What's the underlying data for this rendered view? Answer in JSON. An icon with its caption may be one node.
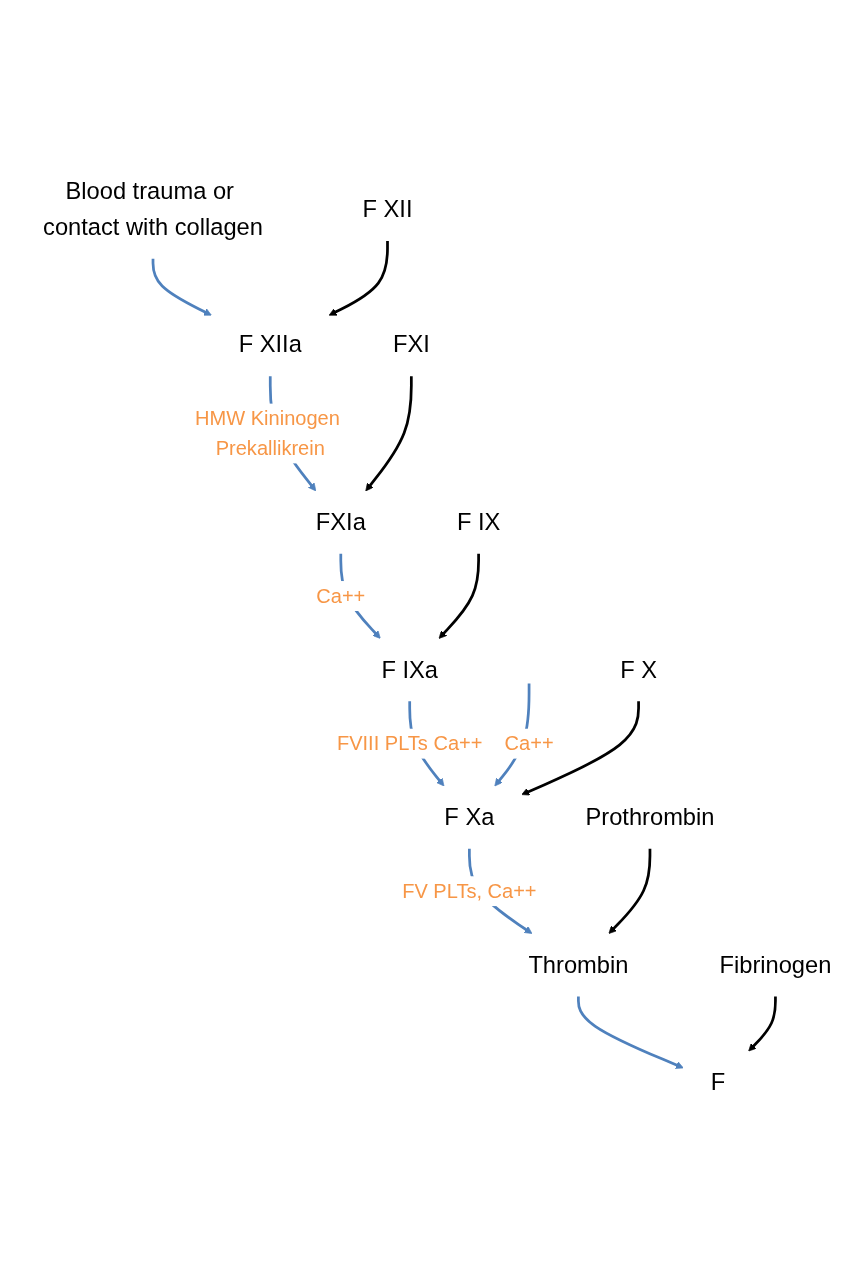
{
  "diagram": {
    "nodes": [
      {
        "text": [
          "Blood trauma or contact with collagen"
        ]
      },
      {
        "text": [
          "F XII"
        ]
      },
      {
        "text": [
          "F XIIa"
        ]
      },
      {
        "text": [
          "FXI"
        ]
      },
      {
        "text": [
          "FXIa"
        ]
      },
      {
        "text": [
          "F IX"
        ]
      },
      {
        "text": [
          "F IXa"
        ]
      },
      {
        "text": [
          "F X"
        ]
      },
      {
        "text": [
          "F Xa"
        ]
      },
      {
        "text": [
          "Prothrombin"
        ]
      },
      {
        "text": [
          "Thrombin"
        ]
      },
      {
        "text": [
          "Fibrinogen"
        ]
      },
      {
        "text": [
          "F"
        ]
      }
    ],
    "edges": [
      {
        "from": 0,
        "to": 2,
        "arrow": "to"
      },
      {
        "from": 1,
        "to": 2,
        "arrow": "to",
        "color": "#000000"
      },
      {
        "from": 2,
        "to": 4,
        "arrow": "to",
        "label": "HMW Kininogen Prekallikrein"
      },
      {
        "from": 3,
        "to": 4,
        "arrow": "to",
        "color": "#000000"
      },
      {
        "from": 4,
        "to": 6,
        "arrow": "to",
        "label": "Ca++"
      },
      {
        "from": 5,
        "to": 6,
        "arrow": "to",
        "color": "#000000"
      },
      {
        "from": 6,
        "to": 8,
        "arrow": "to",
        "label": "FVIII PLTs Ca++"
      },
      {
        "from": null,
        "to": 8,
        "arrow": "to",
        "label": "Ca++"
      },
      {
        "from": 7,
        "to": 8,
        "arrow": "to",
        "color": "#000000"
      },
      {
        "from": 8,
        "to": 10,
        "arrow": "to",
        "label": "FV PLTs, Ca++"
      },
      {
        "from": 9,
        "to": 10,
        "arrow": "to",
        "color": "#000000"
      },
      {
        "from": 10,
        "to": 12,
        "arrow": "to"
      },
      {
        "from": 11,
        "to": 12,
        "arrow": "to",
        "color": "#000000"
      }
    ]
  }
}
